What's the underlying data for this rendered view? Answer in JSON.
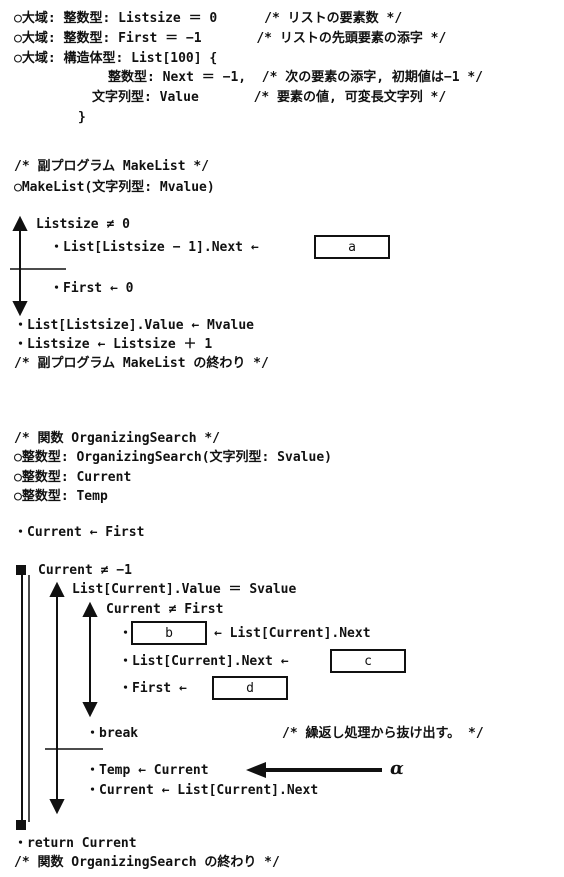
{
  "globals": {
    "line1": "○大域: 整数型: Listsize ＝ 0      /* リストの要素数 */",
    "line2": "○大域: 整数型: First ＝ −1       /* リストの先頭要素の添字 */",
    "line3": "○大域: 構造体型: List[100] {",
    "line4": "整数型: Next ＝ −1,  /* 次の要素の添字, 初期値は−1 */",
    "line5": "文字列型: Value       /* 要素の値, 可変長文字列 */",
    "line6": "}"
  },
  "makelist": {
    "comment": "/* 副プログラム MakeList */",
    "signature": "○MakeList(文字列型: Mvalue)",
    "cond": "Listsize ≠ 0",
    "stmt_then": "・List[Listsize − 1].Next ←",
    "box_a": "a",
    "stmt_else": "・First ← 0",
    "stmt2": "・List[Listsize].Value ← Mvalue",
    "stmt3": "・Listsize ← Listsize ＋ 1",
    "end_comment": "/* 副プログラム MakeList の終わり */"
  },
  "search": {
    "comment": "/* 関数 OrganizingSearch */",
    "signature": "○整数型: OrganizingSearch(文字列型: Svalue)",
    "decl1": "○整数型: Current",
    "decl2": "○整数型: Temp",
    "init": "・Current ← First",
    "loop_cond": "Current ≠ −1",
    "if1_cond": "List[Current].Value ＝ Svalue",
    "if2_cond": "Current ≠ First",
    "b_prefix": "・",
    "box_b": "b",
    "b_stmt": "← List[Current].Next",
    "c_stmt": "・List[Current].Next ←",
    "box_c": "c",
    "d_stmt": "・First ←",
    "box_d": "d",
    "break_stmt": "・break",
    "break_comment": "/* 繰返し処理から抜け出す。 */",
    "temp_stmt": "・Temp ← Current",
    "alpha_label": "α",
    "next_stmt": "・Current ← List[Current].Next",
    "return_stmt": "・return Current",
    "end_comment": "/* 関数 OrganizingSearch の終わり */"
  }
}
